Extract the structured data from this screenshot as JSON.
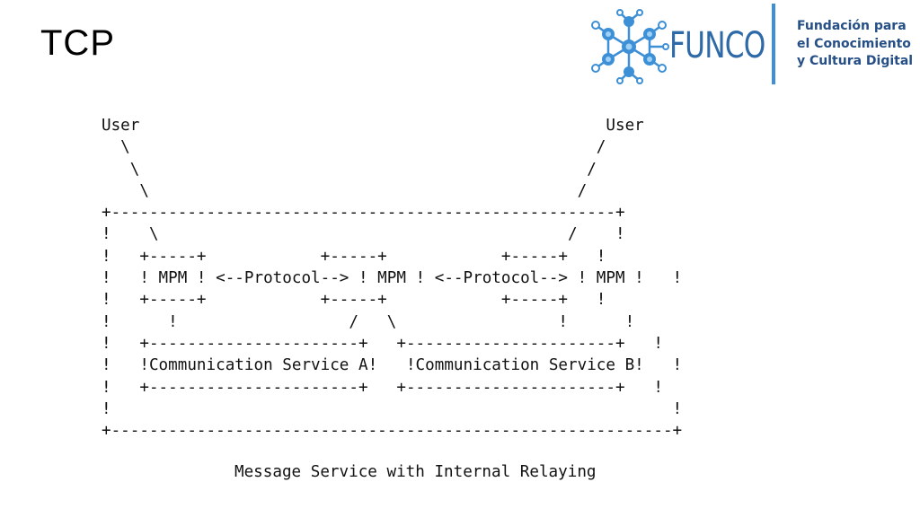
{
  "slide": {
    "title": "TCP"
  },
  "logo": {
    "wordmark": "FUNCO",
    "tagline": [
      "Fundación para",
      "el Conocimiento",
      "y Cultura Digital"
    ],
    "colors": {
      "node_blue": "#3d8fd6",
      "wordmark_blue": "#2f6aa8",
      "tagline_navy": "#254f86"
    },
    "icon": "molecule-network-icon"
  },
  "diagram": {
    "lines": [
      "User                                                 User",
      "  \\                                                 /",
      "   \\                                               /",
      "    \\                                             /",
      "+-----------------------------------------------------+",
      "!    \\                                           /    !",
      "!   +-----+            +-----+            +-----+   !",
      "!   ! MPM ! <--Protocol--> ! MPM ! <--Protocol--> ! MPM !   !",
      "!   +-----+            +-----+            +-----+   !",
      "!      !                  /   \\                 !      !",
      "!   +----------------------+   +----------------------+   !",
      "!   !Communication Service A!   !Communication Service B!   !",
      "!   +----------------------+   +----------------------+   !",
      "!                                                           !",
      "+-----------------------------------------------------------+"
    ],
    "caption": "Message Service with Internal Relaying"
  }
}
